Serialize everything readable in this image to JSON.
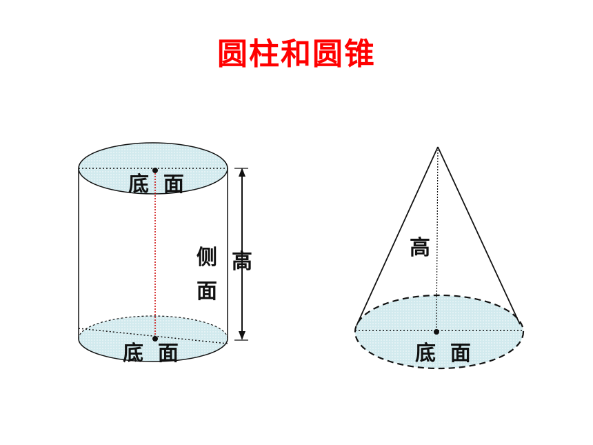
{
  "slide": {
    "title": "圆柱和圆锥",
    "title_color": "#ff0000"
  },
  "cylinder": {
    "top_label": "底  面",
    "side_label_line1": "侧",
    "side_label_line2": "面",
    "height_label": "高",
    "bottom_label": "底  面"
  },
  "cone": {
    "height_label": "高",
    "base_label": "底  面"
  },
  "colors": {
    "base_fill": "#cfe8ec",
    "outline": "#111111",
    "axis_dotted": "#cc0000"
  }
}
